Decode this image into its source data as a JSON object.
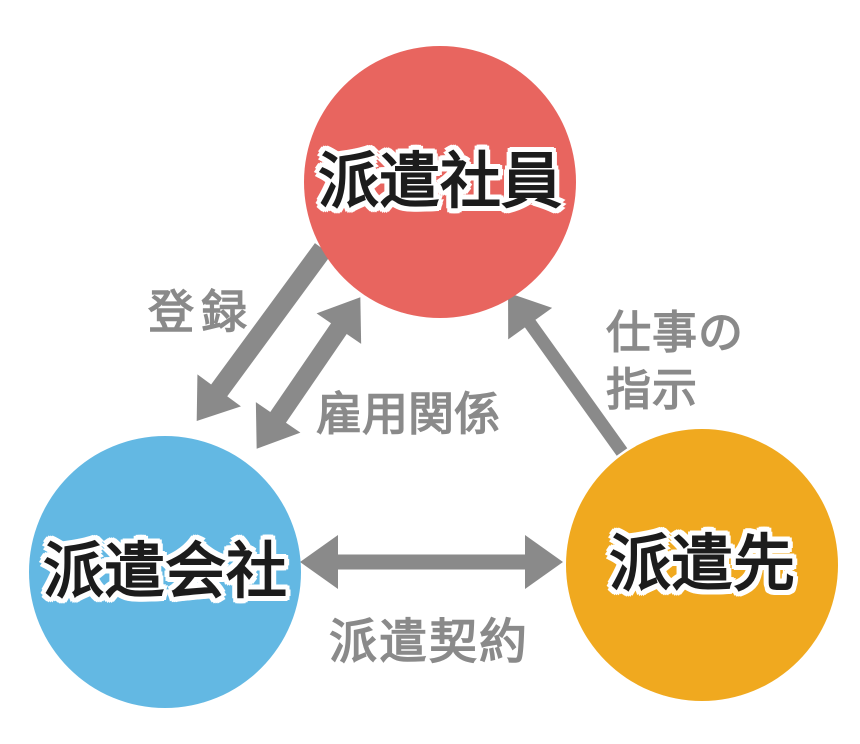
{
  "diagram": {
    "description": "Temporary staffing relationship diagram",
    "background_color": "#ffffff",
    "arrow_color": "#8a8a8a",
    "edge_label_color": "#8a8a8a",
    "node_label_color": "#1c1c1c",
    "node_label_outline_color": "#ffffff",
    "nodes": [
      {
        "id": "dispatched-employee",
        "label": "派遣社員",
        "color": "#e8655f",
        "position": "top"
      },
      {
        "id": "staffing-agency",
        "label": "派遣会社",
        "color": "#63b8e3",
        "position": "bottom-left"
      },
      {
        "id": "client-workplace",
        "label": "派遣先",
        "color": "#f0a91f",
        "position": "bottom-right"
      }
    ],
    "edges": [
      {
        "id": "registration",
        "label": "登録",
        "from": "派遣社員",
        "to": "派遣会社",
        "direction": "one-way"
      },
      {
        "id": "employment-relationship",
        "label": "雇用関係",
        "from": "派遣会社",
        "to": "派遣社員",
        "direction": "two-way"
      },
      {
        "id": "work-instructions",
        "label": "仕事の指示",
        "label_line1": "仕事の",
        "label_line2": "指示",
        "from": "派遣先",
        "to": "派遣社員",
        "direction": "one-way"
      },
      {
        "id": "dispatch-contract",
        "label": "派遣契約",
        "from": "派遣会社",
        "to": "派遣先",
        "direction": "two-way"
      }
    ]
  }
}
